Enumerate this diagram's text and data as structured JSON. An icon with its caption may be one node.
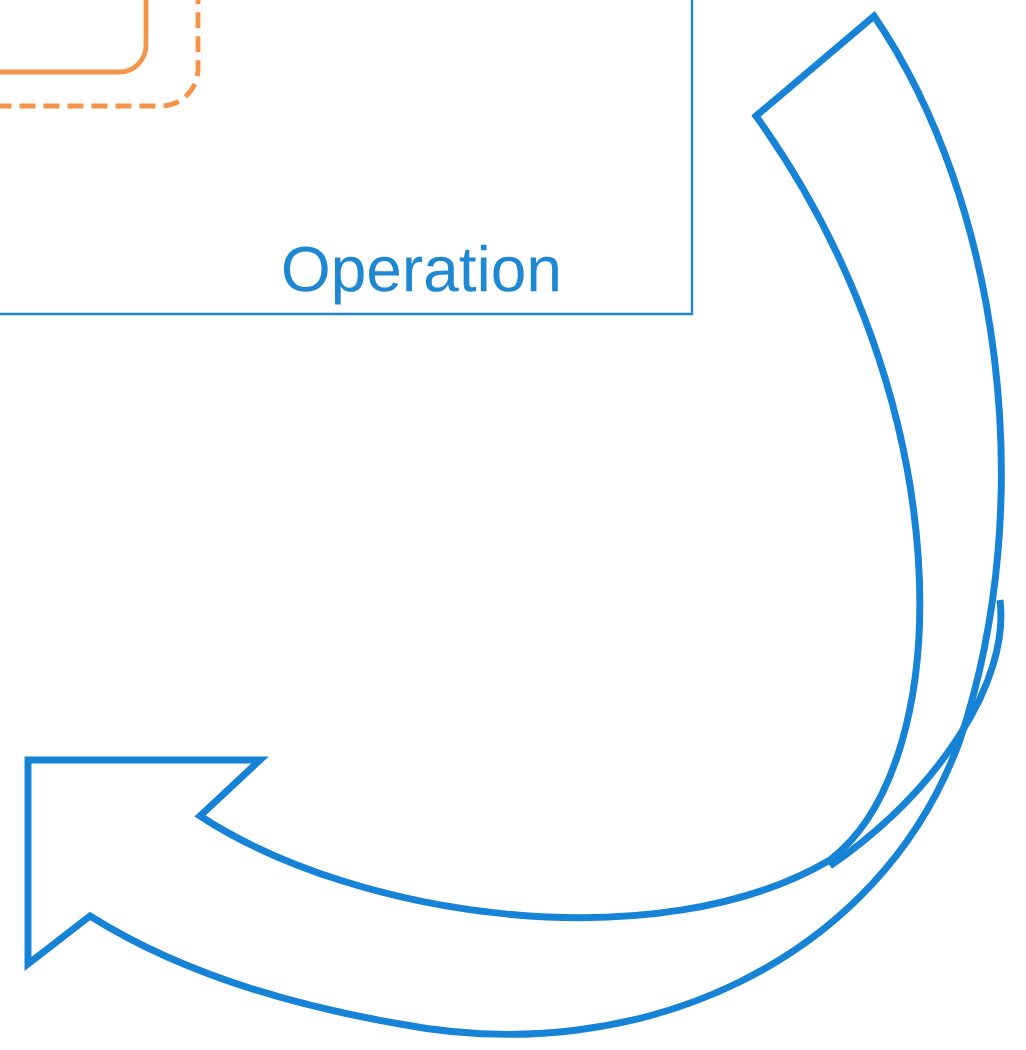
{
  "diagram": {
    "nodes": [
      {
        "text": [
          "Operation"
        ]
      },
      {
        "text": [],
        "shape": "box",
        "in": 0
      },
      {
        "text": [],
        "shape": "box",
        "in": 1
      }
    ]
  }
}
